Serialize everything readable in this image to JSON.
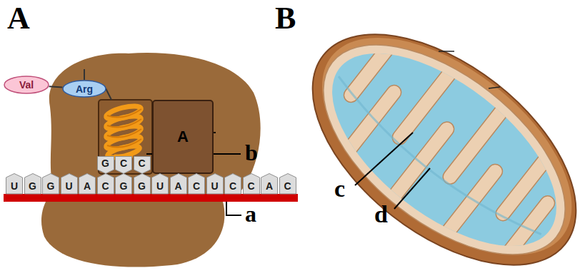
{
  "diagram": {
    "nodes": [
      {
        "text": [
          "Val"
        ]
      },
      {
        "text": [
          "Arg"
        ]
      },
      {
        "text": [
          "A"
        ]
      },
      {
        "text": [
          "G"
        ]
      },
      {
        "text": [
          "C"
        ]
      },
      {
        "text": [
          "C"
        ]
      },
      {
        "text": [
          "U"
        ]
      },
      {
        "text": [
          "G"
        ]
      },
      {
        "text": [
          "G"
        ]
      },
      {
        "text": [
          "U"
        ]
      },
      {
        "text": [
          "A"
        ]
      },
      {
        "text": [
          "C"
        ]
      },
      {
        "text": [
          "G"
        ]
      },
      {
        "text": [
          "G"
        ]
      },
      {
        "text": [
          "U"
        ]
      },
      {
        "text": [
          "A"
        ]
      },
      {
        "text": [
          "C"
        ]
      },
      {
        "text": [
          "U"
        ]
      },
      {
        "text": [
          "C"
        ]
      },
      {
        "text": [
          "C"
        ]
      },
      {
        "text": [
          "A"
        ]
      },
      {
        "text": [
          "C"
        ]
      }
    ],
    "edges": [
      {
        "from": 0,
        "to": 1,
        "arrow": "none"
      }
    ],
    "labels": [
      "A",
      "B",
      "b",
      "a",
      "c",
      "d"
    ]
  }
}
